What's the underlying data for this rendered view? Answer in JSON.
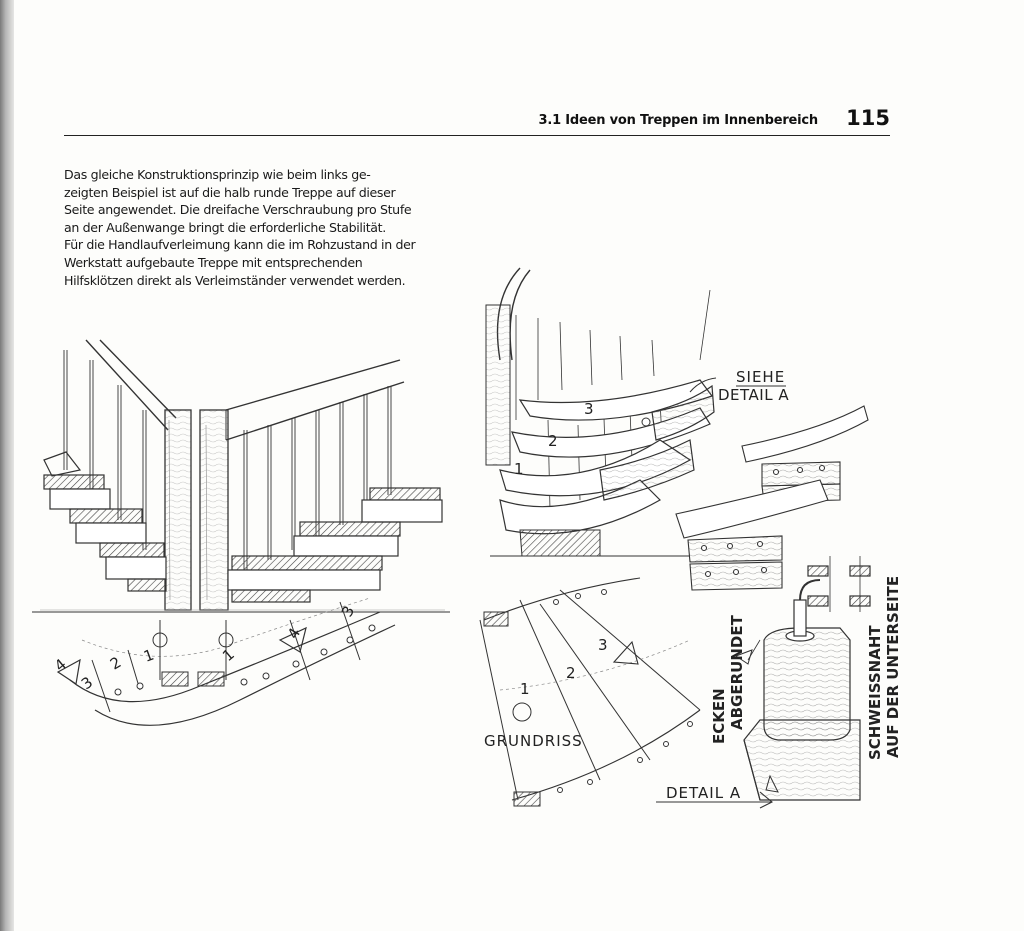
{
  "header": {
    "title": "3.1 Ideen von Treppen im Innenbereich",
    "page_number": "115"
  },
  "body_lines": [
    "Das gleiche Konstruktionsprinzip wie beim links ge-",
    "zeigten Beispiel ist auf die halb runde Treppe auf dieser",
    "Seite angewendet. Die dreifache Verschraubung pro Stufe",
    "an der Außenwange bringt die erforderliche Stabilität.",
    "Für die Handlaufverleimung kann die im Rohzustand in der",
    "Werkstatt aufgebaute Treppe mit entsprechenden",
    "Hilfsklötzen direkt als Verleimständer verwendet werden."
  ],
  "annotations": {
    "siehe": "SIEHE",
    "detail_a_ref": "DETAIL A",
    "grundriss": "GRUNDRISS",
    "detail_a": "DETAIL A",
    "ecken": "ECKEN",
    "abgerundet": "ABGERUNDET",
    "schweissnaht": "SCHWEISSNAHT",
    "unterseite": "AUF DER UNTERSEITE"
  },
  "step_numbers": {
    "left_plan": [
      "4",
      "3",
      "2",
      "1",
      "1",
      "4",
      "3"
    ],
    "spiral_steps": [
      "1",
      "2",
      "3"
    ],
    "right_plan": [
      "1",
      "2",
      "3"
    ]
  }
}
